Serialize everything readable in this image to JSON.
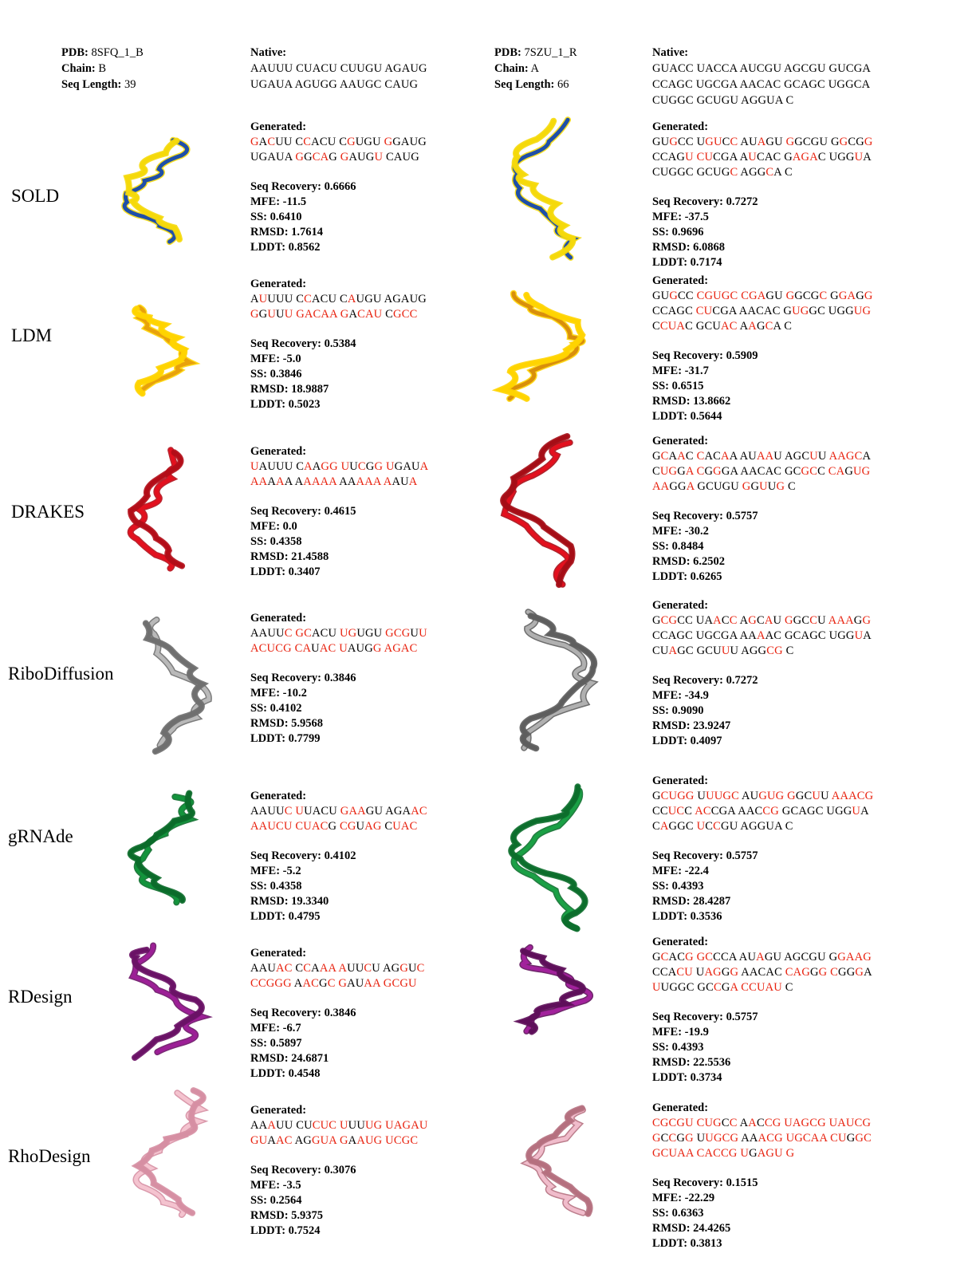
{
  "left": {
    "header": {
      "pdb_label": "PDB:",
      "pdb": "8SFQ_1_B",
      "chain_label": "Chain:",
      "chain": "B",
      "len_label": "Seq Length:",
      "length": "39"
    },
    "native_label": "Native:",
    "native_lines": [
      "AAUUU CUACU CUUGU AGAUG",
      "UGAUA AGUGG AAUGC CAUG"
    ]
  },
  "right": {
    "header": {
      "pdb_label": "PDB:",
      "pdb": "7SZU_1_R",
      "chain_label": "Chain:",
      "chain": "A",
      "len_label": "Seq Length:",
      "length": "66"
    },
    "native_label": "Native:",
    "native_lines": [
      "GUACC UACCA AUCGU AGCGU GUCGA",
      "CCAGC UGCGA AACAC GCAGC UGGCA",
      "CUGGC GCUGU AGGUA C"
    ]
  },
  "generated_label": "Generated:",
  "metric_labels": {
    "rec": "Seq Recovery:",
    "mfe": "MFE:",
    "ss": "SS:",
    "rmsd": "RMSD:",
    "lddt": "LDDT:"
  },
  "colors": {
    "mutation": "#e8220f"
  },
  "methods": [
    {
      "name": "SOLD",
      "left": {
        "lines": [
          "GACUU CCACU CGUGU GGAUG",
          "UGAUA GGCAG GAUGU CAUG"
        ],
        "masks": [
          "0-0-1-00000 01000 01000 01000",
          ""
        ],
        "rec": "0.6666",
        "mfe": "-11.5",
        "ss": "0.6410",
        "rmsd": "1.7614",
        "lddt": "0.8562"
      },
      "right": {
        "lines": [
          "GUGCC UGUCC AUAGU GGCGU GGCGG",
          "CCAGU CUCGA AUCAC GAGAC UGGUA",
          "CUGGC GCUGC AGGCA C"
        ],
        "rec": "0.7272",
        "mfe": "-37.5",
        "ss": "0.9696",
        "rmsd": "6.0868",
        "lddt": "0.7174"
      },
      "model_colors_left": [
        "#1f4fa8",
        "#f5d90a"
      ],
      "model_colors_right": [
        "#1f4fa8",
        "#f5d90a"
      ]
    },
    {
      "name": "LDM",
      "left": {
        "lines": [
          "AUUUU CCACU CAUGU AGAUG",
          "GGUUU GACAA GACAU CGCC"
        ],
        "rec": "0.5384",
        "mfe": "-5.0",
        "ss": "0.3846",
        "rmsd": "18.9887",
        "lddt": "0.5023"
      },
      "right": {
        "lines": [
          "GUGCC CGUGC CGAGU GGCGC GGAGG",
          "CCAGC CUCGA AACAC GUGGC UGGUG",
          "CCUAC GCUAC AAGCA C"
        ],
        "rec": "0.5909",
        "mfe": "-31.7",
        "ss": "0.6515",
        "rmsd": "13.8662",
        "lddt": "0.5644"
      },
      "model_colors_left": [
        "#e8a20c",
        "#ffd400"
      ],
      "model_colors_right": [
        "#d98f0b",
        "#ffd400"
      ]
    },
    {
      "name": "DRAKES",
      "left": {
        "lines": [
          "UAUUU CAAGG UUCGG UGAUA",
          "AAAAA AAAAA AAAAA AAUA"
        ],
        "rec": "0.4615",
        "mfe": "0.0",
        "ss": "0.4358",
        "rmsd": "21.4588",
        "lddt": "0.3407"
      },
      "right": {
        "lines": [
          "GCAAC CACAA AUAAU AGCUU AAGCA",
          "CUGGA CGGGA AACAC GCGCC CAGUG",
          "AAGGA GCUGU GGUUG C"
        ],
        "rec": "0.5757",
        "mfe": "-30.2",
        "ss": "0.8484",
        "rmsd": "6.2502",
        "lddt": "0.6265"
      },
      "model_colors_left": [
        "#e3101e",
        "#b30d18"
      ],
      "model_colors_right": [
        "#e3101e",
        "#a50d16"
      ]
    },
    {
      "name": "RiboDiffusion",
      "left": {
        "lines": [
          "AAUUC GCACU UGUGU GCGUU",
          "ACUCG CAUAC UAUGG AGAC"
        ],
        "rec": "0.3846",
        "mfe": "-10.2",
        "ss": "0.4102",
        "rmsd": "5.9568",
        "lddt": "0.7799"
      },
      "right": {
        "lines": [
          "GCGCC UAACC AGCAU GGCCU AAAGG",
          "CCAGC UGCGA AAAAC GCAGC UGGUA",
          "CUAGC GCUUU AGGCG C"
        ],
        "rec": "0.7272",
        "mfe": "-34.9",
        "ss": "0.9090",
        "rmsd": "23.9247",
        "lddt": "0.4097"
      },
      "model_colors_left": [
        "#b9b9b9",
        "#6f6f6f"
      ],
      "model_colors_right": [
        "#b0b0b0",
        "#5e5e5e"
      ]
    },
    {
      "name": "gRNAde",
      "left": {
        "lines": [
          "AAUUC UUACU GAAGU AGAAC",
          "AAUCU CUACG CGUAG CUAC"
        ],
        "rec": "0.4102",
        "mfe": "-5.2",
        "ss": "0.4358",
        "rmsd": "19.3340",
        "lddt": "0.4795"
      },
      "right": {
        "lines": [
          "GCUGG UUUGC AUGUG GGCUU AAACG",
          "CCUCC ACCGA AACCG GCAGC UGGUA",
          "CAGGC UCCGU AGGUA C"
        ],
        "rec": "0.5757",
        "mfe": "-22.4",
        "ss": "0.4393",
        "rmsd": "28.4287",
        "lddt": "0.3536"
      },
      "model_colors_left": [
        "#13943c",
        "#0b6b2a"
      ],
      "model_colors_right": [
        "#1aa045",
        "#0c6e2c"
      ]
    },
    {
      "name": "RDesign",
      "left": {
        "lines": [
          "AAUAC CCAAA AUUCU AGGUC",
          "CCGGG AACGC GAUAA GCGU"
        ],
        "rec": "0.3846",
        "mfe": "-6.7",
        "ss": "0.5897",
        "rmsd": "24.6871",
        "lddt": "0.4548"
      },
      "right": {
        "lines": [
          "GCACG GCCCA AUAGU AGCGU GGAAG",
          "CCACU UAGGG AACAC CAGGG CGGGA",
          "UUGGC GCCGA CCUAU C"
        ],
        "rec": "0.5757",
        "mfe": "-19.9",
        "ss": "0.4393",
        "rmsd": "22.5536",
        "lddt": "0.3734"
      },
      "model_colors_left": [
        "#9c1f96",
        "#6a1266"
      ],
      "model_colors_right": [
        "#a2229c",
        "#5e0f5a"
      ]
    },
    {
      "name": "RhoDesign",
      "left": {
        "lines": [
          "AAAUU CUCUC UUUUG UAGAU",
          "GUAAC AGGUA GAAUG UCGC"
        ],
        "rec": "0.3076",
        "mfe": "-3.5",
        "ss": "0.2564",
        "rmsd": "5.9375",
        "lddt": "0.7524"
      },
      "right": {
        "lines": [
          "CGCGU CUGCC AACCG UAGCG UAUCG",
          "GCCGG UUGCG AAACG UGCAA CUGGC",
          "GCUAA CACCG UGAGU G"
        ],
        "rec": "0.1515",
        "mfe": "-22.29",
        "ss": "0.6363",
        "rmsd": "24.4265",
        "lddt": "0.3813"
      },
      "model_colors_left": [
        "#f4c3cf",
        "#d68fa3"
      ],
      "model_colors_right": [
        "#f0bccb",
        "#b5707f"
      ]
    }
  ]
}
